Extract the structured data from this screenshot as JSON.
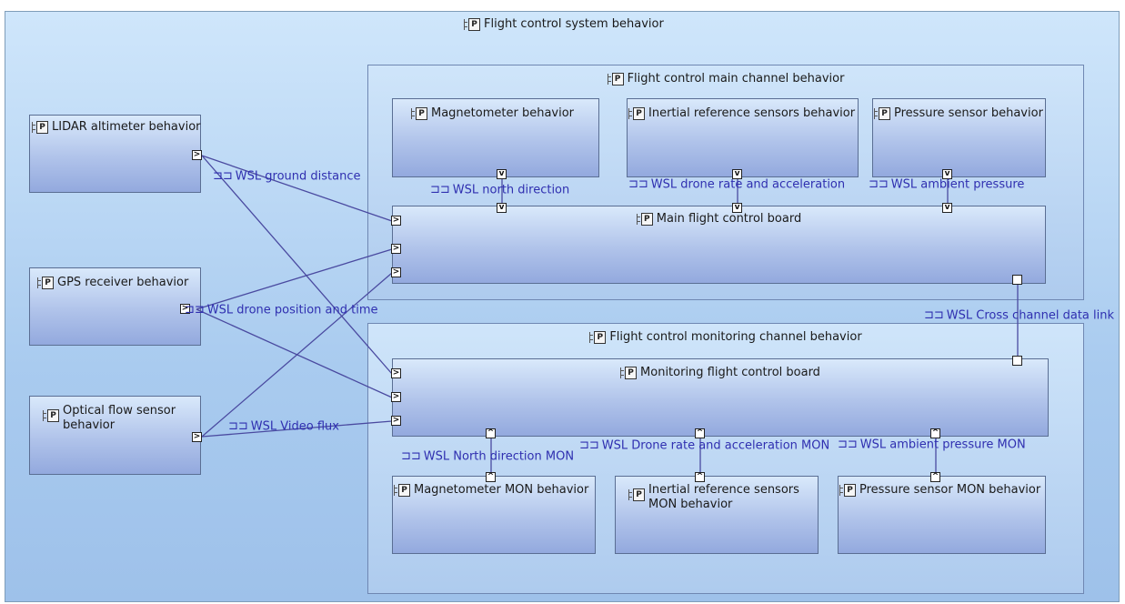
{
  "system": {
    "title": "Flight control system behavior"
  },
  "external": {
    "lidar": "LIDAR altimeter behavior",
    "gps": "GPS receiver behavior",
    "optical": "Optical flow sensor behavior"
  },
  "main_channel": {
    "title": "Flight control main channel behavior",
    "magnetometer": "Magnetometer behavior",
    "inertial": "Inertial reference sensors behavior",
    "pressure": "Pressure sensor behavior",
    "board": "Main flight control board"
  },
  "mon_channel": {
    "title": "Flight control monitoring channel behavior",
    "board": "Monitoring flight control board",
    "magnetometer": "Magnetometer MON behavior",
    "inertial": "Inertial reference sensors MON behavior",
    "pressure": "Pressure sensor MON behavior"
  },
  "links": {
    "ground_distance": "WSL ground distance",
    "north_direction": "WSL north direction",
    "drone_rate": "WSL drone rate and acceleration",
    "ambient_pressure": "WSL ambient pressure",
    "drone_position": "WSL drone position and time",
    "cross_channel": "WSL Cross channel data link",
    "video_flux": "WSL Video flux",
    "north_direction_mon": "WSL North direction MON",
    "drone_rate_mon": "WSL Drone rate and acceleration MON",
    "ambient_pressure_mon": "WSL ambient pressure MON"
  },
  "colors": {
    "wire": "#4a4aa0",
    "link_text": "#2f2fb0"
  },
  "icons": {
    "component": "part-icon",
    "link": "connector-icon"
  }
}
